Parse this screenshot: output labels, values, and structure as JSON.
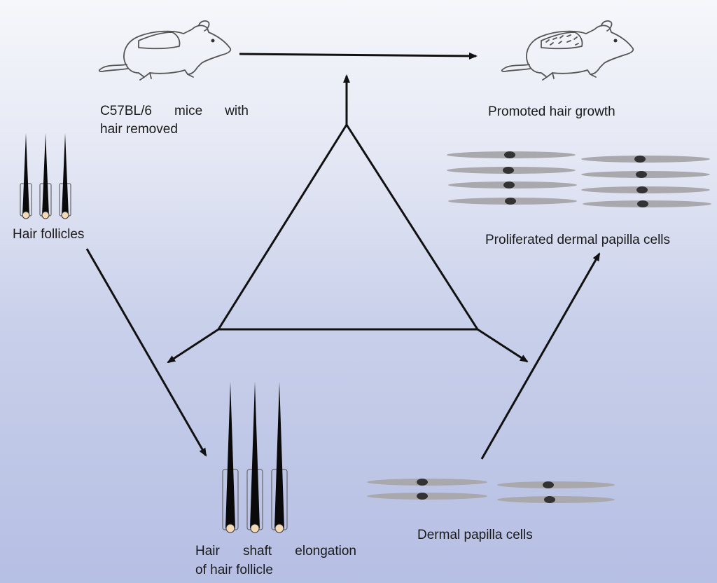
{
  "labels": {
    "mice_line1": "C57BL/6  mice  with",
    "mice_line2": "hair removed",
    "promoted": "Promoted hair growth",
    "follicles": "Hair follicles",
    "proliferated": "Proliferated dermal papilla cells",
    "elong_line1": "Hair  shaft  elongation",
    "elong_line2": "of hair follicle",
    "dermal": "Dermal papilla cells"
  },
  "colors": {
    "line": "#111111",
    "cell_body": "#a9a9ad",
    "nucleus": "#333333",
    "bulb": "#f3d9b6"
  }
}
